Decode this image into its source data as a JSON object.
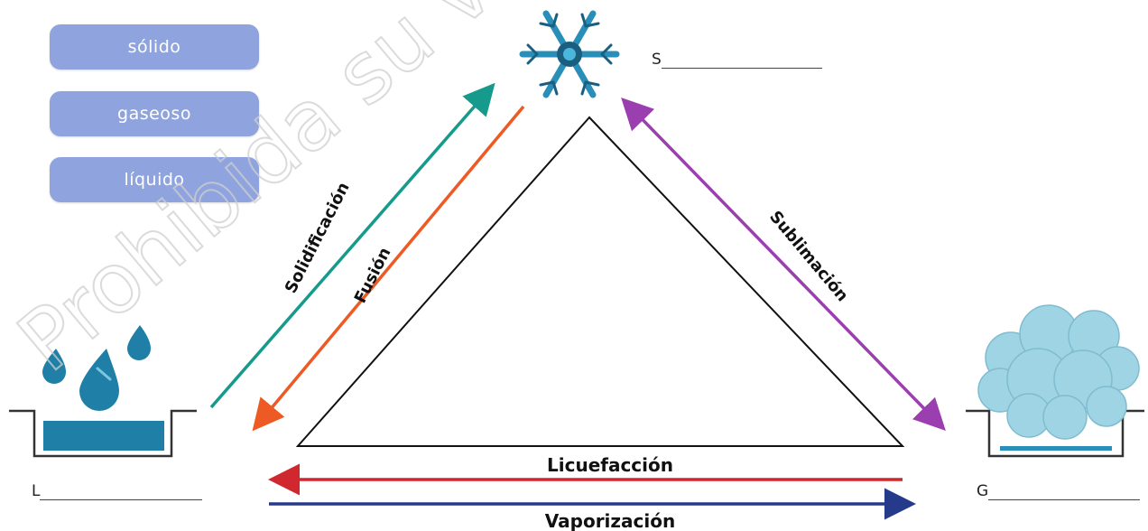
{
  "options": [
    {
      "label": "sólido"
    },
    {
      "label": "gaseoso"
    },
    {
      "label": "líquido"
    }
  ],
  "blanks": {
    "solid": "S",
    "liquid": "L",
    "gas": "G"
  },
  "processes": {
    "solidificacion": "Solidificación",
    "fusion": "Fusión",
    "sublimacion": "Sublimación",
    "licuefaccion": "Licuefacción",
    "vaporizacion": "Vaporización"
  },
  "watermark": "Prohibida su ve",
  "colors": {
    "chip": "#8fa4de",
    "solidificacion": "#159a8c",
    "fusion": "#ee5a24",
    "sublimacion": "#9b3fb0",
    "licuefaccion": "#d1272f",
    "vaporizacion": "#263a8c",
    "water": "#1f7fa6",
    "ice": "#2a8fb8",
    "cloud": "#9fd4e4"
  }
}
